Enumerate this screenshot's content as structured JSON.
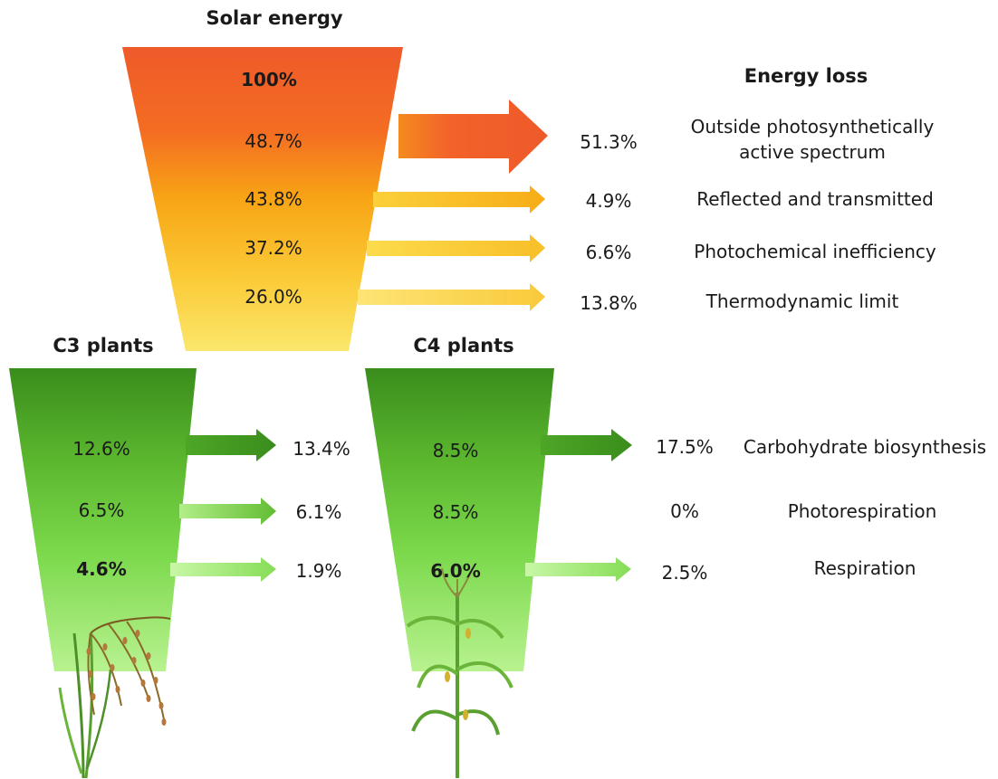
{
  "solar": {
    "title": "Solar energy",
    "levels": [
      "100%",
      "48.7%",
      "43.8%",
      "37.2%",
      "26.0%"
    ]
  },
  "loss": {
    "title": "Energy loss",
    "rows": [
      {
        "value": "51.3%",
        "label_1": "Outside photosynthetically",
        "label_2": "active spectrum"
      },
      {
        "value": "4.9%",
        "label": "Reflected and transmitted"
      },
      {
        "value": "6.6%",
        "label": "Photochemical inefficiency"
      },
      {
        "value": "13.8%",
        "label": "Thermodynamic limit"
      }
    ]
  },
  "c3": {
    "title": "C3 plants",
    "levels": [
      "12.6%",
      "6.5%",
      "4.6%"
    ],
    "losses": [
      "13.4%",
      "6.1%",
      "1.9%"
    ]
  },
  "c4": {
    "title": "C4 plants",
    "levels": [
      "8.5%",
      "8.5%",
      "6.0%"
    ],
    "losses": [
      "17.5%",
      "0%",
      "2.5%"
    ]
  },
  "processes": [
    "Carbohydrate biosynthesis",
    "Photorespiration",
    "Respiration"
  ],
  "colors": {
    "solar_top": "#f05a28",
    "solar_bottom": "#fbe468",
    "green_top": "#3a8f1e",
    "green_bottom": "#b6f08e"
  }
}
